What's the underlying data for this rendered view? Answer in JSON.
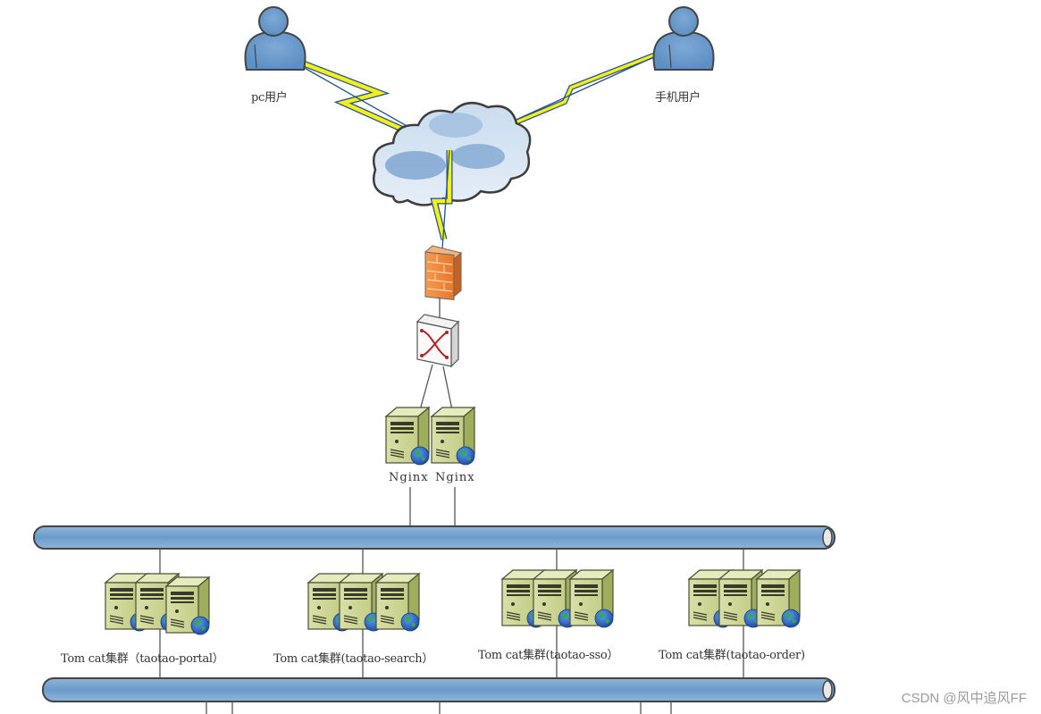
{
  "diagram": {
    "title": "taotao network architecture",
    "users": [
      {
        "id": "pc",
        "label": "pc用户"
      },
      {
        "id": "mobile",
        "label": "手机用户"
      }
    ],
    "internet": {
      "label": "internet-cloud"
    },
    "firewall": {
      "label": "firewall"
    },
    "switch": {
      "label": "switch"
    },
    "nginx": [
      {
        "label": "Nginx"
      },
      {
        "label": "Nginx"
      }
    ],
    "tomcat_clusters": [
      {
        "label": "Tom cat集群（taotao-portal）"
      },
      {
        "label": "Tom cat集群(taotao-search）"
      },
      {
        "label": "Tom cat集群(taotao-sso）"
      },
      {
        "label": "Tom cat集群(taotao-order)"
      }
    ],
    "buses": [
      {
        "name": "upper-bus"
      },
      {
        "name": "lower-bus"
      }
    ],
    "colors": {
      "bus": "#7aa6cf",
      "user": "#6f9fcf",
      "lightning": "#f2ef1a",
      "firewall": "#f08a3c",
      "server": "#c4d08a",
      "globe": "#2f64c8",
      "line": "#555555"
    }
  },
  "watermark": "CSDN @风中追风FF"
}
